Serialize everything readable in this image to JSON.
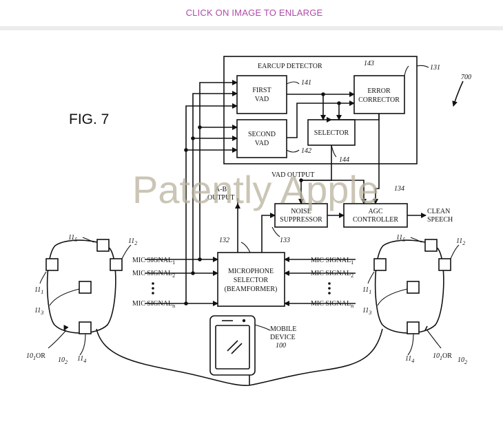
{
  "header": {
    "enlarge_link": "CLICK ON IMAGE TO ENLARGE"
  },
  "watermark": "Patently Apple",
  "figure": {
    "title": "FIG. 7",
    "ref_overall": "700",
    "earcup_detector": {
      "label": "EARCUP DETECTOR",
      "ref": "131"
    },
    "first_vad": {
      "line1": "FIRST",
      "line2": "VAD",
      "ref": "141"
    },
    "second_vad": {
      "line1": "SECOND",
      "line2": "VAD",
      "ref": "142"
    },
    "error_corrector": {
      "line1": "ERROR",
      "line2": "CORRECTOR",
      "ref": "143"
    },
    "selector": {
      "label": "SELECTOR",
      "ref": "144"
    },
    "vad_output": "VAD OUTPUT",
    "bf_output": {
      "line1": "A-B",
      "line2": "OUTPUT"
    },
    "ref_agc": "134",
    "noise_suppressor": {
      "line1": "NOISE",
      "line2": "SUPPRESSOR",
      "ref": "133"
    },
    "agc_controller": {
      "line1": "AGC",
      "line2": "CONTROLLER"
    },
    "clean_speech": {
      "line1": "CLEAN",
      "line2": "SPEECH"
    },
    "mic_selector": {
      "line1": "MICROPHONE",
      "line2": "SELECTOR",
      "line3": "(BEAMFORMER)",
      "ref": "132"
    },
    "mic_signal": {
      "prefix": "MIC SIGNAL",
      "sub1": "1",
      "sub2": "2",
      "subn": "n"
    },
    "mobile_device": {
      "line1": "MOBILE",
      "line2": "DEVICE",
      "ref": "100"
    },
    "earcup_refs": {
      "mic_prefix": "11",
      "s1": "1",
      "s2": "2",
      "s3": "3",
      "s4": "4",
      "s5": "5",
      "cup_prefix": "10",
      "or": "OR"
    }
  }
}
